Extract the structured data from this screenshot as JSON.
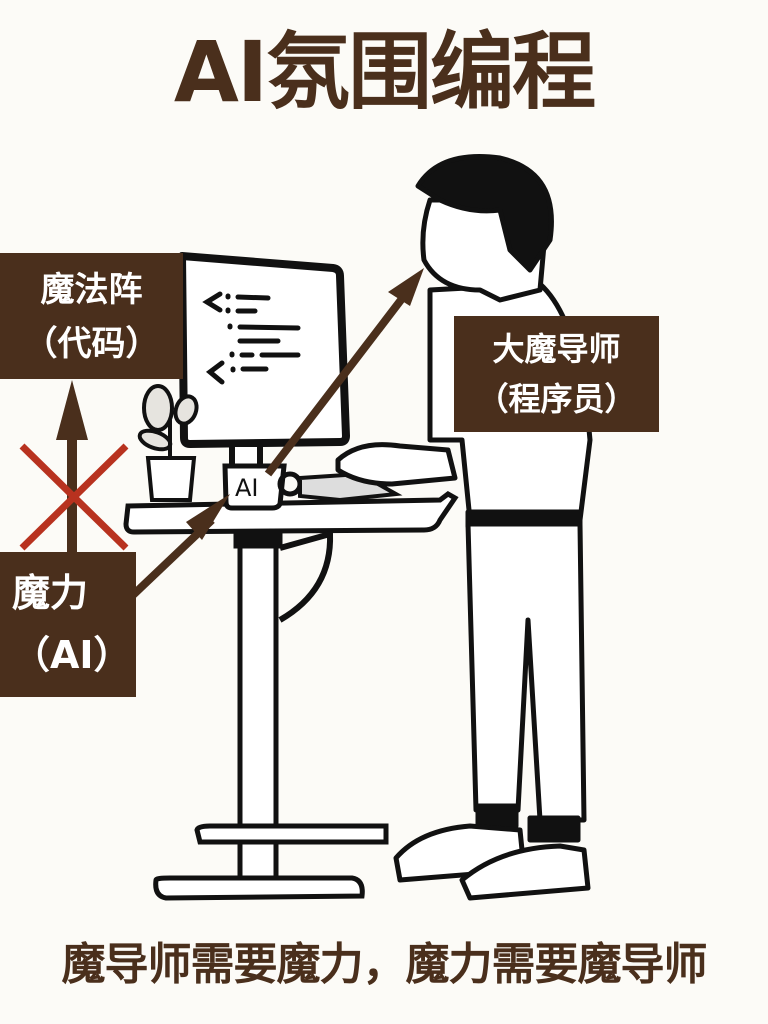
{
  "header": {
    "title": "AI氛围编程"
  },
  "labels": {
    "code": {
      "line1": "魔法阵",
      "line2": "（代码）"
    },
    "mage": {
      "line1": "大魔导师",
      "line2": "（程序员）"
    },
    "power": {
      "line1": "魔力",
      "line2": "（AI）"
    }
  },
  "mug": {
    "text": "AI"
  },
  "footer": {
    "caption": "魔导师需要魔力，魔力需要魔导师"
  },
  "colors": {
    "brand_brown": "#4a2f1c",
    "cross_red": "#b8321f",
    "background": "#fcfbf7",
    "ink": "#111111"
  }
}
